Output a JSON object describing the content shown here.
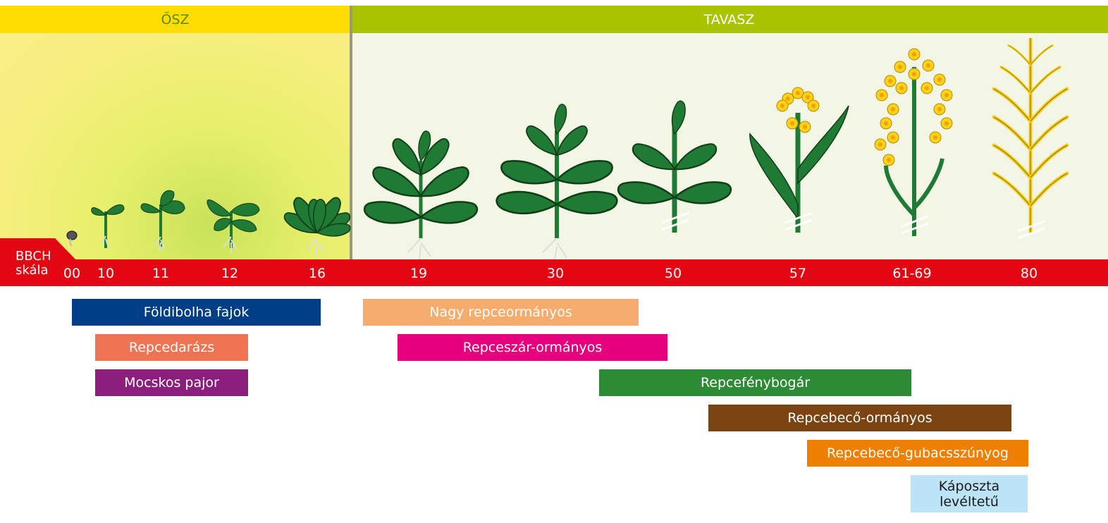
{
  "seasons": {
    "autumn": "ŐSZ",
    "spring": "TAVASZ"
  },
  "scale": {
    "line1": "BBCH",
    "line2": "skála"
  },
  "stages": [
    "00",
    "10",
    "11",
    "12",
    "16",
    "19",
    "30",
    "50",
    "57",
    "61-69",
    "80"
  ],
  "pests": [
    {
      "name": "Földibolha fajok"
    },
    {
      "name": "Repcedarázs"
    },
    {
      "name": "Mocskos pajor"
    },
    {
      "name": "Nagy repceormányos"
    },
    {
      "name": "Repceszár-ormányos"
    },
    {
      "name": "Repcefénybogár"
    },
    {
      "name": "Repcebecő-ormányos"
    },
    {
      "name": "Repcebecő-gubacsszúnyog"
    },
    {
      "name": "Káposzta levéltetű"
    }
  ],
  "colors": {
    "autumn": "#ffdd00",
    "spring": "#a9c300",
    "scale": "#e30613",
    "leaf": "#1f7a34",
    "flower": "#ffd21a",
    "pod": "#f3cf1a"
  }
}
